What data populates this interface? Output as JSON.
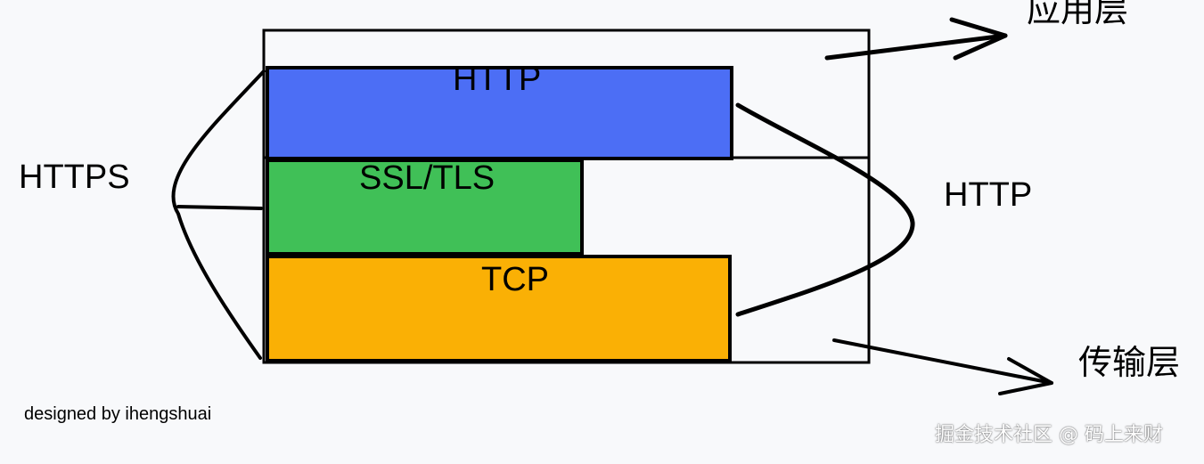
{
  "layers": {
    "http": {
      "label": "HTTP",
      "color": "#4c6ef5"
    },
    "ssl_tls": {
      "label": "SSL/TLS",
      "color": "#40c057"
    },
    "tcp": {
      "label": "TCP",
      "color": "#fab005"
    }
  },
  "annotations": {
    "https": "HTTPS",
    "http": "HTTP",
    "application_layer": "应用层",
    "transport_layer": "传输层"
  },
  "credit": "designed by ihengshuai",
  "watermark": "掘金技术社区 @ 码上来财"
}
